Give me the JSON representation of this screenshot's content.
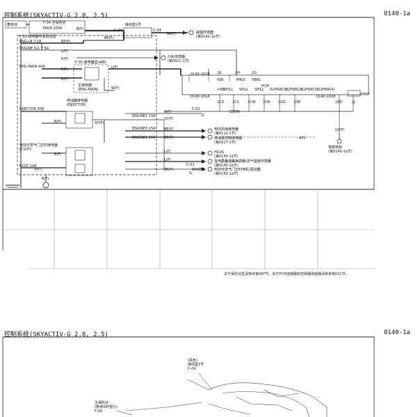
{
  "page1": {
    "title": "控制系统(SKYACTIV-G 2.0, 2.5)",
    "code": "0140-1a",
    "footnote": "关于保险丝盒请参考第06F节。关于PCM连接器和变频器连接器请参考第01C节。",
    "fuses": {
      "main": "MAIN 200A",
      "f01": "F-01 (保险丝盒)",
      "f01_sub": "F-01 继电器与保险丝盒",
      "eng_plus_b": "ENG+B 7.5A",
      "engine_ig1": "ENGINE IG1 7.5A",
      "eng_main": "ENG MAIN 40A",
      "injector": "INJECTOR 30A",
      "eng_ne2": "ENGINE2 15A",
      "eng_ne3": "ENGINE3 15A",
      "eng_ne1": "ENGINE1 15A",
      "vvt": "EVVT 20A",
      "battery": "蓄电池"
    },
    "components": {
      "f04": "F-04 主保险丝",
      "connector1": "接线盒1号",
      "c04a": "C-04",
      "c04b": "C-04",
      "sensor1": "曲轴传感器",
      "sensor1_ref": "(第0140-1a节)",
      "sensor2": "凸轮传感器",
      "sensor2_ref": "(第0921-1节)",
      "f05": "F-05 继电器盒(A侧)",
      "main_relay": "主继电器",
      "main_relay_en": "(ENG-MAIN)",
      "injector_relay": "喷油器继电器",
      "injector_relay_en": "(INJECTOR)",
      "cvvt_relay": "电动可变气门正时继电器",
      "cvvt_relay_en": "(CVVT)",
      "pcm": "PCM",
      "pcm_conn_a": "0140-101B",
      "pcm_conn_b": "0140-101A",
      "pcm_conn_c": "0140-101B",
      "c01a": "C-01",
      "c01b": "C-01",
      "coil": "电动风扇继电器",
      "coil_ref": "(第0112-1节)",
      "purge": "燃油泵控制继电器",
      "purge_ref": "(第0517-1节)",
      "ho2s": "HO2S",
      "ho2s_ref": "(第0140-1a节)",
      "maf": "空气质量流量传感器/进气温度传感器",
      "maf_ref": "(第0140-1a节)",
      "ocv": "电动可变气门正时电机/驱动器",
      "ocv_ref": "(第0150-1a节)",
      "atx": "ATX",
      "ground_label": "搭铁电缆",
      "ground_ref": "(第0140-1a节)"
    },
    "wires": {
      "bf": "B(F)",
      "brf": "BR(F)",
      "bpf": "BP(F)",
      "lf": "L(F)",
      "rf": "R(F)",
      "wf": "W(F)",
      "gyf": "GY(F)",
      "gf": "G(F)",
      "bef": "BE(F)",
      "pf": "P(F)",
      "g": "G",
      "gem": "G(EM)",
      "brem": "BR(EM)"
    },
    "pcm_pins": [
      "2K",
      "2H",
      "2G",
      "1CD",
      "1CS",
      "1CW",
      "1DA",
      "1DG",
      "1DE",
      "1BD",
      "2J"
    ],
    "pcm_pin_labels": [
      "IGN",
      "MRLY",
      "VBRL",
      "+BB",
      "SPILL",
      "SPILL",
      "SPILL",
      "SUPWR(1)",
      "SUPWR(2)",
      "SUPWR(3)",
      "SUPWR(4)"
    ]
  },
  "page2": {
    "title": "控制系统(SKYACTIV-G 2.0, 2.5)",
    "code": "0140-1a",
    "callout1_line1": "(黑色)",
    "callout1_line2": "接线盒1号",
    "callout1_line3": "C-04",
    "callout2_line1": "主保险丝",
    "callout2_line2": "(参考06F部分)",
    "callout2_line3": "F-04"
  }
}
